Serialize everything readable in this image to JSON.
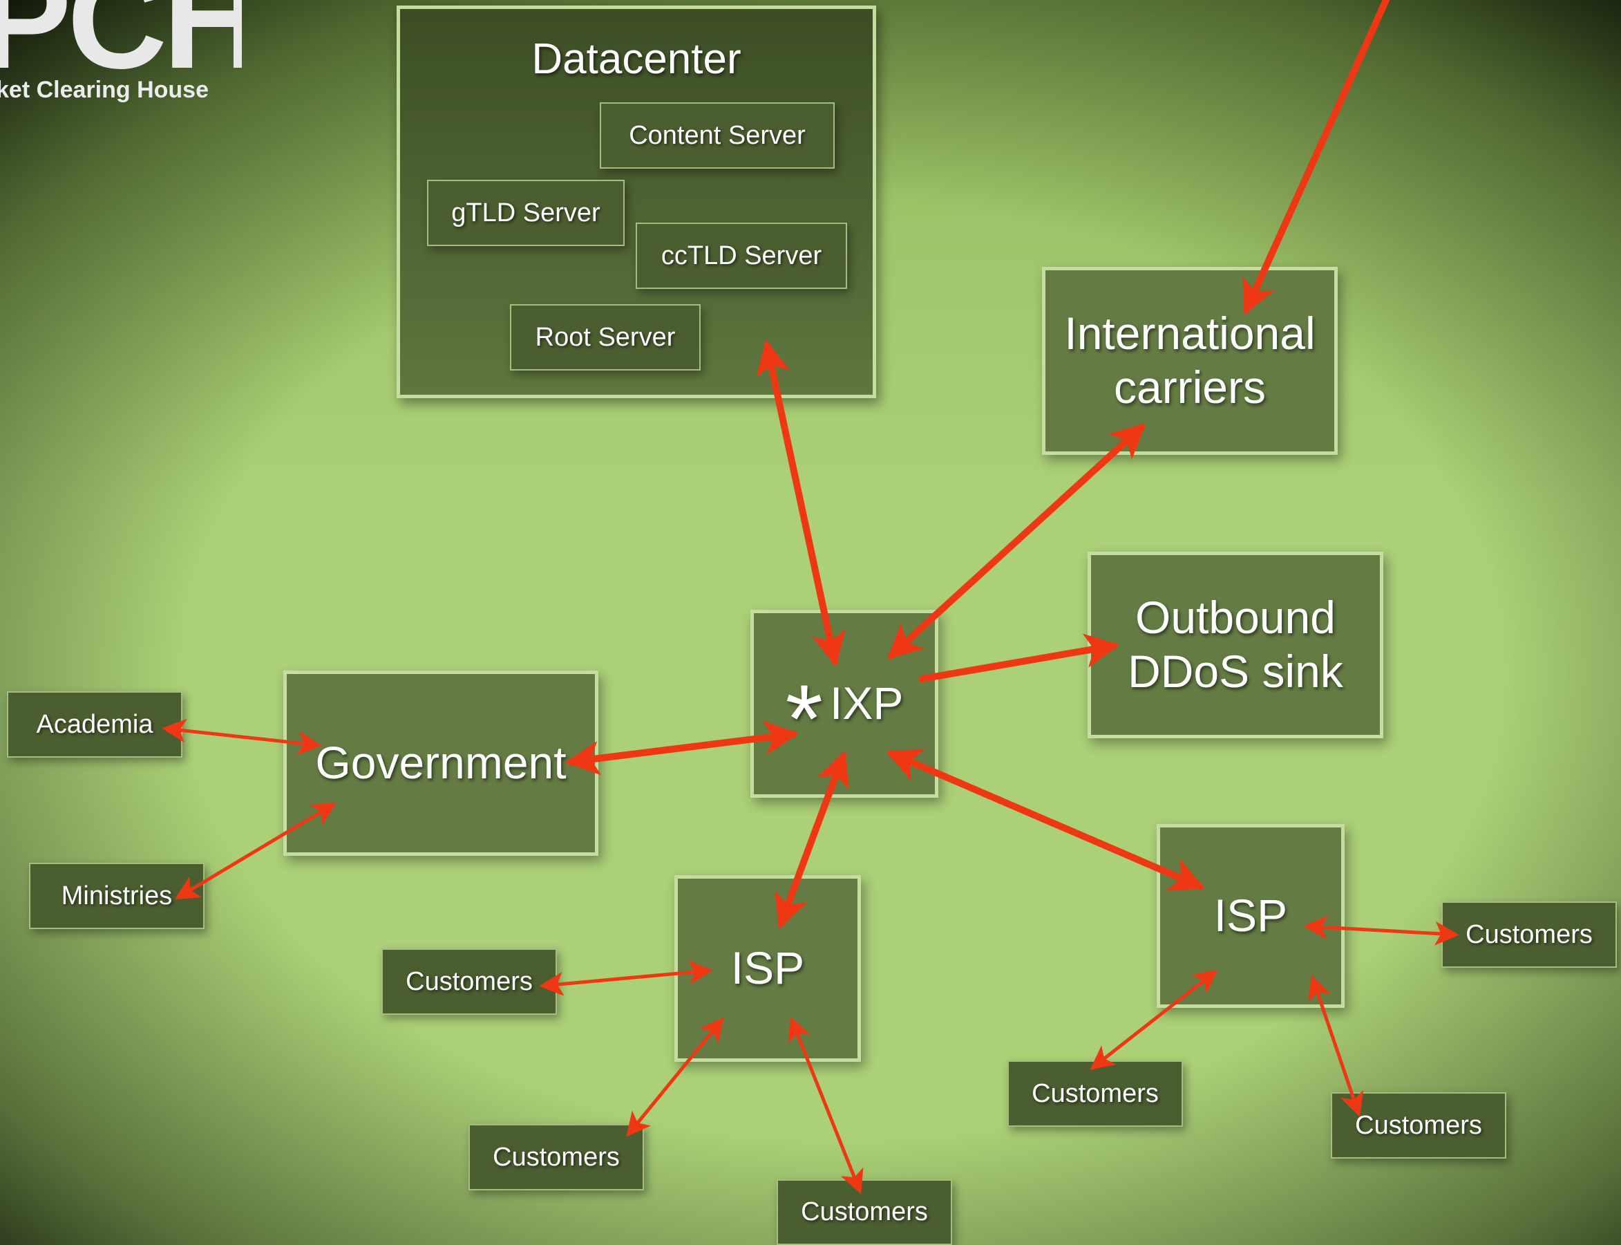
{
  "logo": {
    "mark": "PCH",
    "subtitle": "ket Clearing House"
  },
  "datacenter": {
    "title": "Datacenter",
    "servers": [
      "Content Server",
      "gTLD Server",
      "ccTLD Server",
      "Root Server"
    ]
  },
  "ixp": {
    "marker": "*",
    "label": "IXP"
  },
  "international": {
    "label_line1": "International",
    "label_line2": "carriers"
  },
  "ddos": {
    "label_line1": "Outbound",
    "label_line2": "DDoS sink"
  },
  "government": {
    "label": "Government",
    "children": [
      "Academia",
      "Ministries"
    ]
  },
  "isp_left": {
    "label": "ISP",
    "customers": [
      "Customers",
      "Customers",
      "Customers"
    ]
  },
  "isp_right": {
    "label": "ISP",
    "customers": [
      "Customers",
      "Customers",
      "Customers"
    ]
  },
  "colors": {
    "arrow": "#ee3814",
    "box_fill": "#647b44",
    "box_border": "#c5dd9f",
    "small_fill": "#4b5e30",
    "background": "#abd077"
  }
}
